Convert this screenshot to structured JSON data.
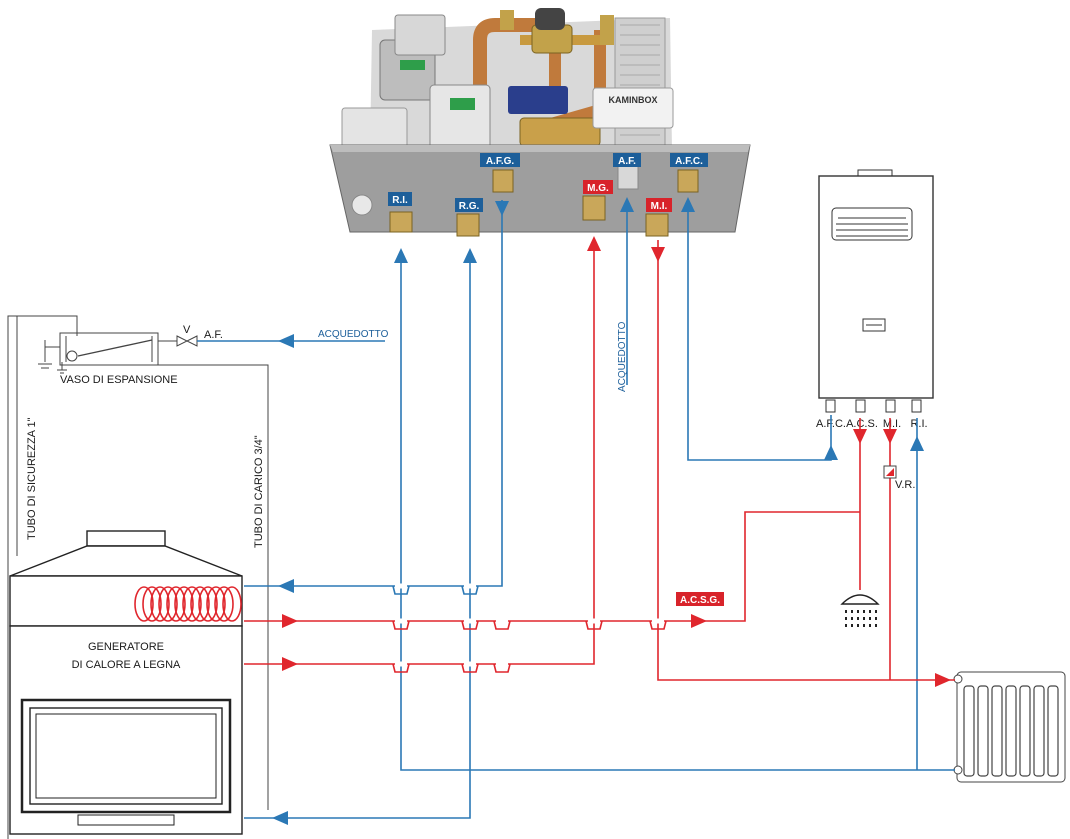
{
  "module": {
    "brand": "KAMINBOX",
    "connections": {
      "ri": "R.I.",
      "rg": "R.G.",
      "afg": "A.F.G.",
      "mg": "M.G.",
      "af": "A.F.",
      "mi": "M.I.",
      "afc": "A.F.C."
    }
  },
  "labels": {
    "acquedotto_top": "ACQUEDOTTO",
    "acquedotto_vertical": "ACQUEDOTTO",
    "af_valve": "A.F.",
    "valve_v": "V",
    "vaso": "VASO DI ESPANSIONE",
    "tubo_sicurezza": "TUBO DI SICUREZZA 1\"",
    "tubo_carico": "TUBO DI CARICO 3/4\"",
    "acsg": "A.C.S.G.",
    "vr": "V.R."
  },
  "generator": {
    "line1": "GENERATORE",
    "line2": "DI CALORE A LEGNA"
  },
  "boiler": {
    "ports": {
      "afc": "A.F.C.",
      "acs": "A.C.S.",
      "mi": "M.I.",
      "ri": "R.I."
    }
  },
  "colors": {
    "cold": "#2b78b5",
    "hot": "#e0262d",
    "tag_blue": "#1d5f9a",
    "tag_red": "#d8232a"
  }
}
